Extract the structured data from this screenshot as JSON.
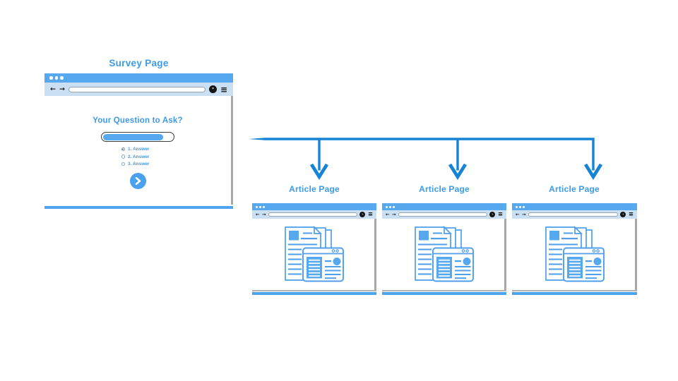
{
  "palette": {
    "window_bar_blue": "#57a9ef",
    "toolbar_blue": "#cbdff2",
    "heading_blue": "#3d9ae8",
    "connector_blue": "#1583d6",
    "illustration_stroke": "#4f9fed",
    "illustration_fill": "#57a9ef",
    "shadow_gray": "#a9a9a9"
  },
  "browser_chrome": {
    "back_icon": "←",
    "forward_icon": "→",
    "menu_icon": "≡",
    "account_glyph": "*"
  },
  "survey": {
    "title": "Survey Page",
    "question": "Your Question to Ask?",
    "progress": {
      "percent": 86
    },
    "answers": [
      {
        "label": "1. Answer",
        "selected": true
      },
      {
        "label": "2. Answer",
        "selected": false
      },
      {
        "label": "3. Answer",
        "selected": false
      }
    ]
  },
  "flow": {
    "branch_count": 3
  },
  "articles": [
    {
      "title": "Article Page"
    },
    {
      "title": "Article Page"
    },
    {
      "title": "Article Page"
    }
  ]
}
